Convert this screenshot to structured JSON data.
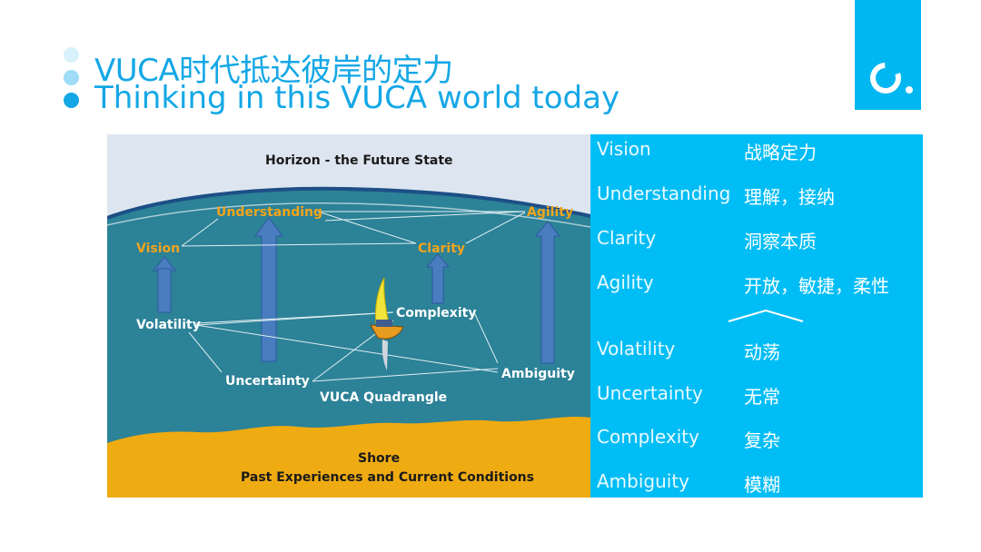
{
  "title": {
    "cn": "VUCA时代抵达彼岸的定力",
    "en": "Thinking in this VUCA world today"
  },
  "logo": {
    "icon": "c-dot-logo"
  },
  "colors": {
    "accent": "#14a7e6",
    "panel": "#00bdf5",
    "sky": "#dde6f0",
    "sea": "#2c8297",
    "shore": "#efab12",
    "arrow": "#4a7cc0",
    "vision_labels": "#f4a41c"
  },
  "diagram": {
    "horizon_label": "Horizon - the Future State",
    "vision_nodes": {
      "understanding": "Understanding",
      "agility": "Agility",
      "vision": "Vision",
      "clarity": "Clarity"
    },
    "vuca_nodes": {
      "volatility": "Volatility",
      "complexity": "Complexity",
      "uncertainty": "Uncertainty",
      "ambiguity": "Ambiguity"
    },
    "quadrangle_label": "VUCA Quadrangle",
    "shore_title": "Shore",
    "shore_subtitle": "Past Experiences and Current Conditions"
  },
  "glossary": {
    "vision_terms": [
      {
        "en": "Vision",
        "cn": "战略定力"
      },
      {
        "en": "Understanding",
        "cn": "理解，接纳"
      },
      {
        "en": "Clarity",
        "cn": "洞察本质"
      },
      {
        "en": "Agility",
        "cn": "开放，敏捷，柔性"
      }
    ],
    "vuca_terms": [
      {
        "en": "Volatility",
        "cn": "动荡"
      },
      {
        "en": "Uncertainty",
        "cn": "无常"
      },
      {
        "en": "Complexity",
        "cn": "复杂"
      },
      {
        "en": "Ambiguity",
        "cn": "模糊"
      }
    ]
  }
}
